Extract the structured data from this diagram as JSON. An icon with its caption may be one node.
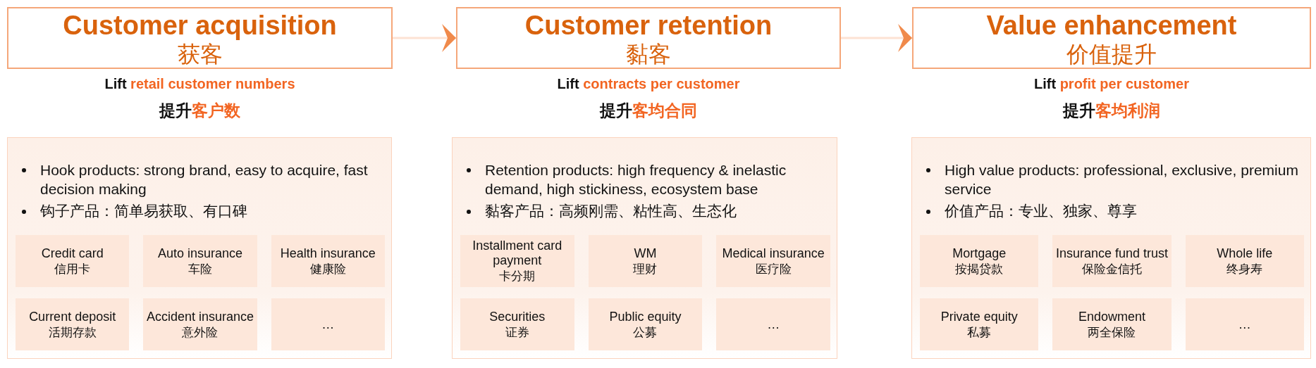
{
  "diagram": {
    "nodes": [
      {
        "text": [
          "Customer acquisition",
          "获客"
        ],
        "beside": [
          "Lift **retail customer numbers**",
          "提升**客户数**"
        ]
      },
      {
        "text": [
          "Hook products: strong brand, easy to acquire, fast decision making",
          "钩子产品：简单易获取、有口碑"
        ]
      },
      {
        "text": [
          "Credit card",
          "信用卡"
        ],
        "in": 1
      },
      {
        "text": [
          "Auto insurance",
          "车险"
        ],
        "in": 1
      },
      {
        "text": [
          "Health insurance",
          "健康险"
        ],
        "in": 1
      },
      {
        "text": [
          "Current deposit",
          "活期存款"
        ],
        "in": 1
      },
      {
        "text": [
          "Accident insurance",
          "意外险"
        ],
        "in": 1
      },
      {
        "text": [
          "…"
        ],
        "in": 1
      },
      {
        "text": [
          "Customer retention",
          "黏客"
        ],
        "beside": [
          "Lift **contracts per customer**",
          "提升**客均合同**"
        ]
      },
      {
        "text": [
          "Retention products: high frequency & inelastic demand, high stickiness, ecosystem base",
          "黏客产品：高频刚需、粘性高、生态化"
        ]
      },
      {
        "text": [
          "Installment card payment",
          "卡分期"
        ],
        "in": 9
      },
      {
        "text": [
          "WM",
          "理财"
        ],
        "in": 9
      },
      {
        "text": [
          "Medical insurance",
          "医疗险"
        ],
        "in": 9
      },
      {
        "text": [
          "Securities",
          "证券"
        ],
        "in": 9
      },
      {
        "text": [
          "Public equity",
          "公募"
        ],
        "in": 9
      },
      {
        "text": [
          "…"
        ],
        "in": 9
      },
      {
        "text": [
          "Value enhancement",
          "价值提升"
        ],
        "beside": [
          "Lift **profit per customer**",
          "提升**客均利润**"
        ]
      },
      {
        "text": [
          "High value products: professional, exclusive, premium service",
          "价值产品：专业、独家、尊享"
        ]
      },
      {
        "text": [
          "Mortgage",
          "按揭贷款"
        ],
        "in": 17
      },
      {
        "text": [
          "Insurance fund trust",
          "保险金信托"
        ],
        "in": 17
      },
      {
        "text": [
          "Whole life",
          "终身寿"
        ],
        "in": 17
      },
      {
        "text": [
          "Private equity",
          "私募"
        ],
        "in": 17
      },
      {
        "text": [
          "Endowment",
          "两全保险"
        ],
        "in": 17
      },
      {
        "text": [
          "…"
        ],
        "in": 17
      }
    ],
    "edges": [
      {
        "from": 0,
        "to": 8,
        "arrow": "to"
      },
      {
        "from": 8,
        "to": 16,
        "arrow": "to"
      }
    ]
  }
}
